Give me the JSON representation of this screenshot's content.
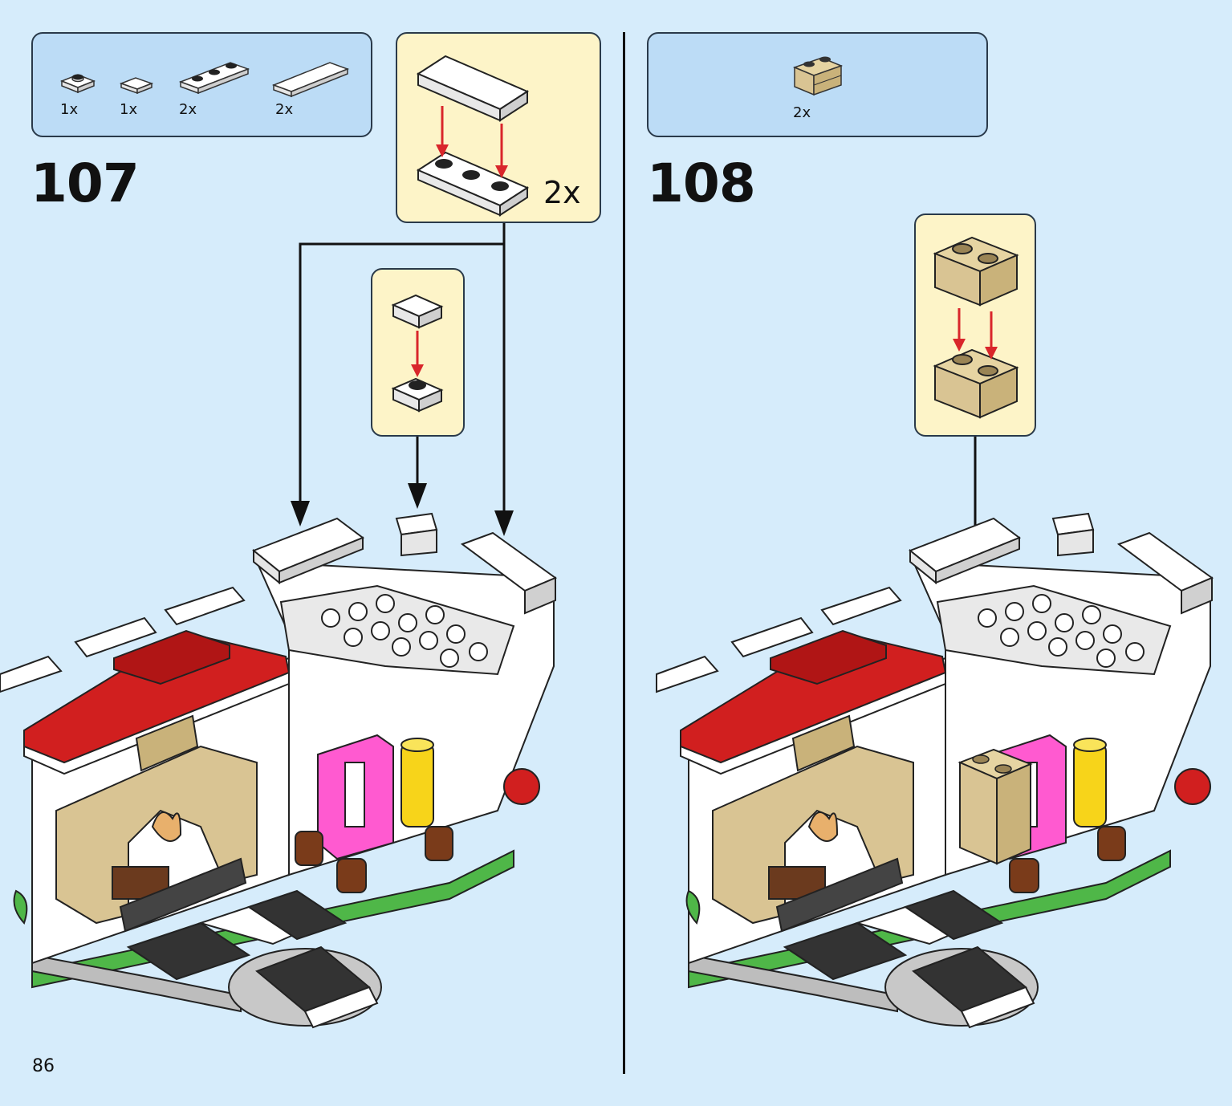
{
  "step107": {
    "number": "107",
    "parts": [
      {
        "name": "plate-1x1-round-stud",
        "qty": "1x"
      },
      {
        "name": "tile-1x1",
        "qty": "1x"
      },
      {
        "name": "plate-1x3",
        "qty": "2x"
      },
      {
        "name": "tile-1x4",
        "qty": "2x"
      }
    ],
    "callout_qty": "2x"
  },
  "step108": {
    "number": "108",
    "parts": [
      {
        "name": "tan-brick-masonry-1x2",
        "qty": "2x"
      }
    ]
  },
  "page_number": "86",
  "colors": {
    "background": "#d6ecfb",
    "parts_box": "#bcdcf6",
    "callout": "#fdf4c8",
    "arrow_red": "#d9262b",
    "roof_red": "#d11f1f",
    "tan": "#d9c493",
    "pink": "#ff5ad0",
    "yellow": "#f7d41a",
    "green": "#4fb748"
  }
}
